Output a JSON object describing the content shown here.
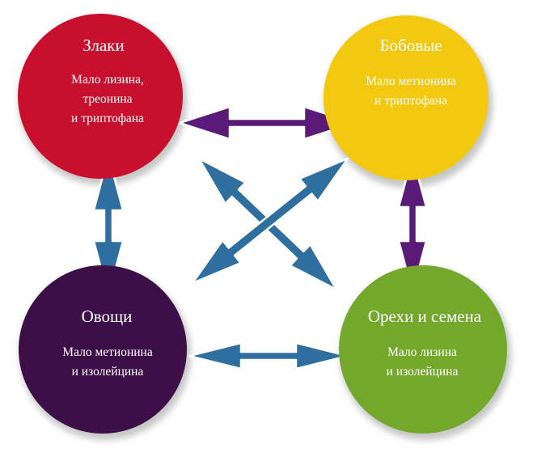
{
  "nodes": {
    "grains": {
      "title": "Злаки",
      "desc_lines": [
        "Мало лизина,",
        "треонина",
        "и триптофана"
      ],
      "color": "#c8102e"
    },
    "legumes": {
      "title": "Бобовые",
      "desc_lines": [
        "Мало метионина",
        "и триптофана"
      ],
      "color": "#f2c811"
    },
    "vegetables": {
      "title": "Овощи",
      "desc_lines": [
        "Мало метионина",
        "и изолейцина"
      ],
      "color": "#3d0f48"
    },
    "nuts": {
      "title": "Орехи и семена",
      "desc_lines": [
        "Мало лизина",
        "и изолейцина"
      ],
      "color": "#74a82d"
    }
  },
  "colors": {
    "purple_arrow": "#5a1a78",
    "blue_arrow": "#2e6fa0",
    "arrow_outline": "#ffffff"
  }
}
